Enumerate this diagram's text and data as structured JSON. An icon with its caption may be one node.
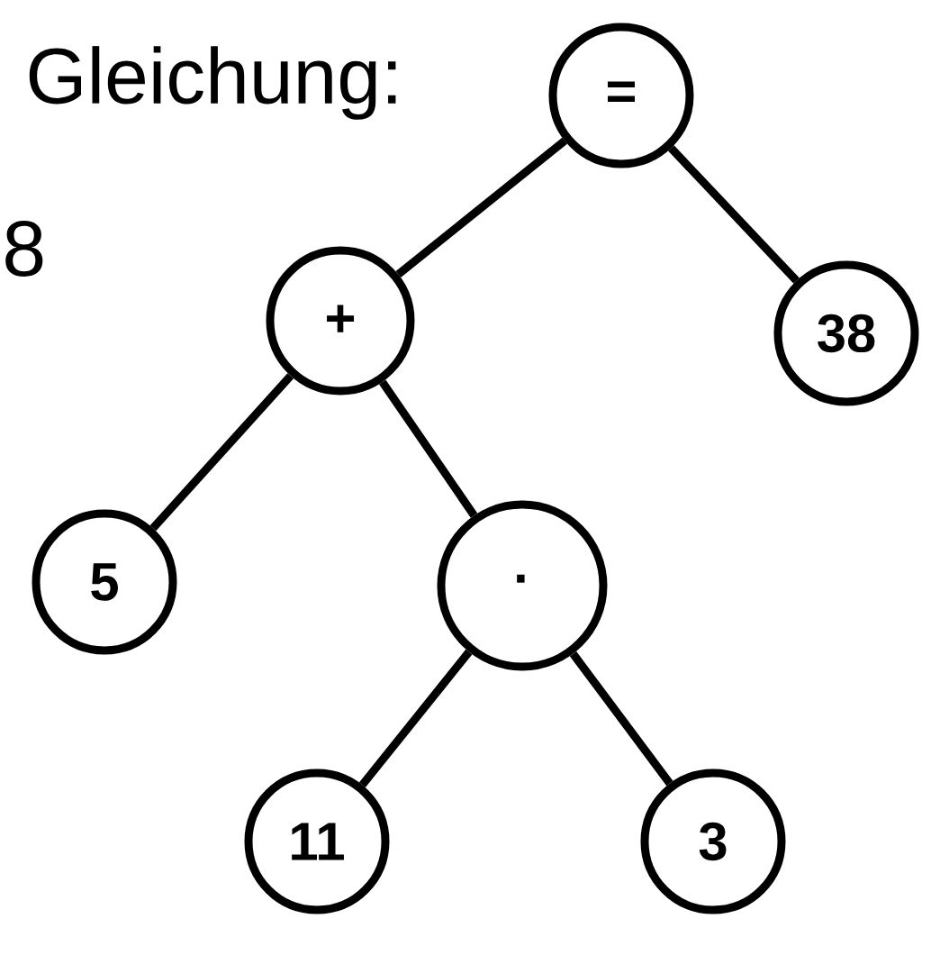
{
  "diagram": {
    "title": "Gleichung:",
    "nodes": [
      {
        "text": [
          "="
        ]
      },
      {
        "text": [
          "+"
        ]
      },
      {
        "text": [
          "38"
        ]
      },
      {
        "text": [
          "5"
        ]
      },
      {
        "text": [
          "·"
        ]
      },
      {
        "text": [
          "11"
        ]
      },
      {
        "text": [
          "3"
        ]
      }
    ],
    "edges": [
      {
        "from": 0,
        "to": 1,
        "arrow": "none"
      },
      {
        "from": 0,
        "to": 2,
        "arrow": "none"
      },
      {
        "from": 1,
        "to": 3,
        "arrow": "none"
      },
      {
        "from": 1,
        "to": 4,
        "arrow": "none"
      },
      {
        "from": 4,
        "to": 5,
        "arrow": "none"
      },
      {
        "from": 4,
        "to": 6,
        "arrow": "none"
      }
    ],
    "labels": [
      "8"
    ]
  }
}
